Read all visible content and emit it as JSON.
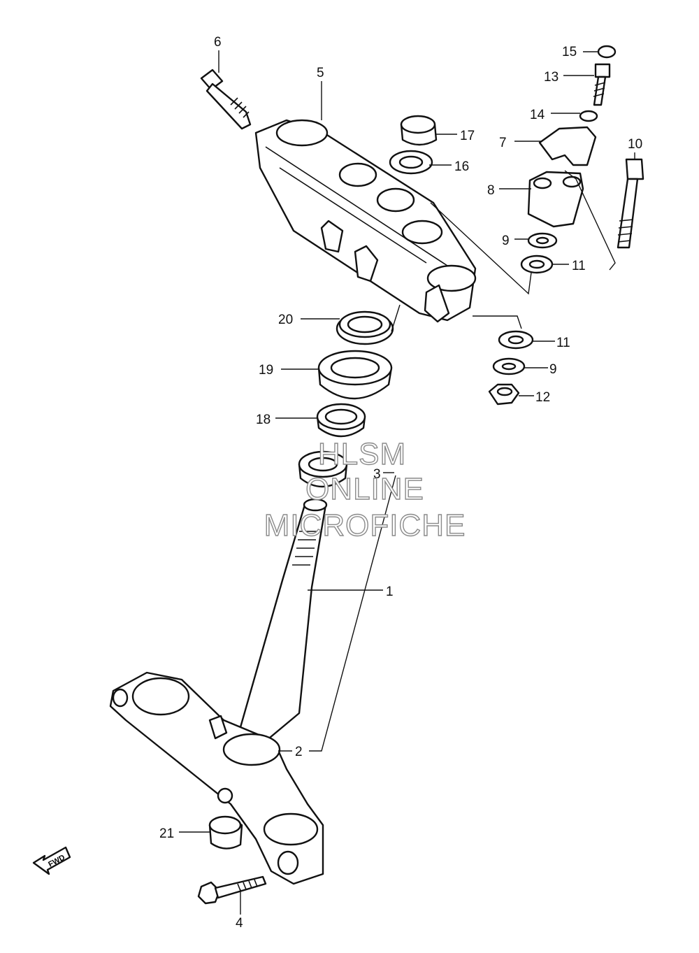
{
  "callouts": [
    "1",
    "2",
    "3",
    "4",
    "5",
    "6",
    "7",
    "8",
    "9",
    "9",
    "10",
    "11",
    "11",
    "12",
    "13",
    "14",
    "15",
    "16",
    "17",
    "18",
    "19",
    "20",
    "21"
  ],
  "fwd_label": "FWD",
  "watermark": [
    "HLSM",
    "ONLINE",
    "MICROFICHE"
  ]
}
